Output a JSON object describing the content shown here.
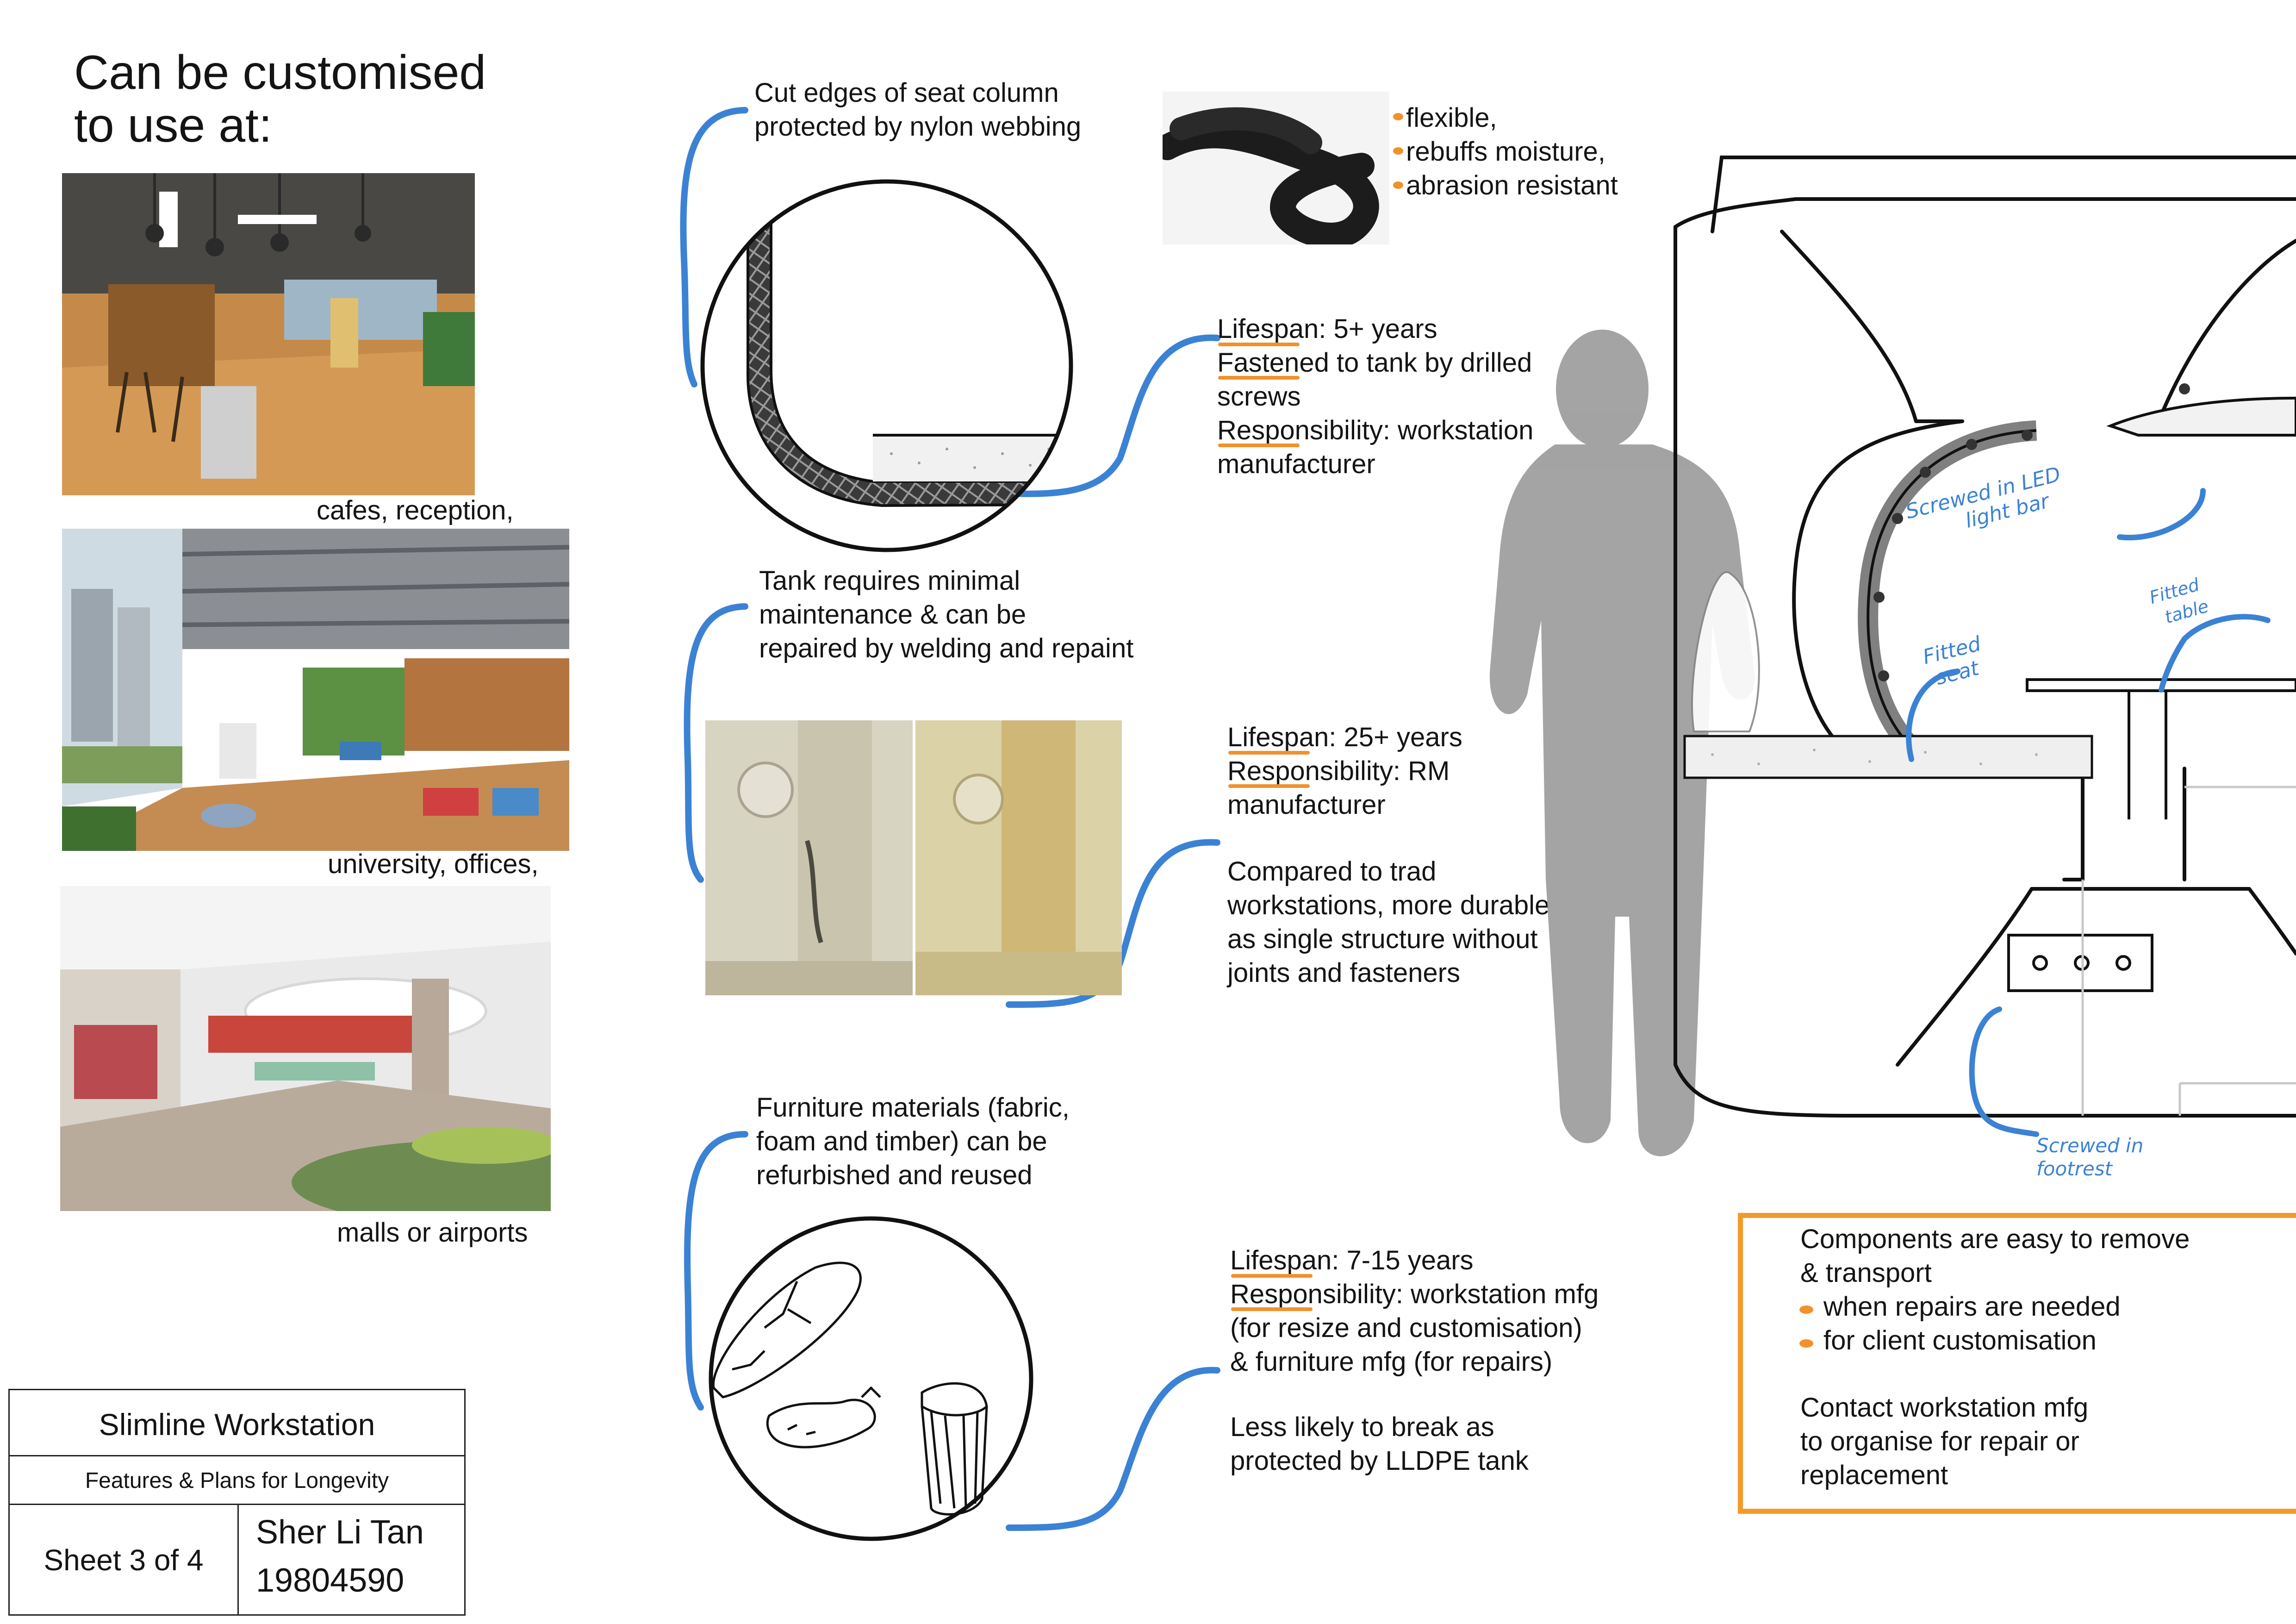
{
  "locations": {
    "heading": [
      "Can be customised",
      "to use at:"
    ],
    "captions": [
      "cafes, reception,",
      "university, offices,",
      "malls or airports"
    ]
  },
  "feature_seat": {
    "title": [
      "Cut edges of seat column",
      "protected by nylon webbing"
    ],
    "properties": [
      "flexible,",
      "rebuffs moisture,",
      "abrasion resistant"
    ],
    "details": [
      "Lifespan: 5+ years",
      "Fastened to tank by drilled",
      "screws",
      "Responsibility: workstation",
      "manufacturer"
    ]
  },
  "feature_tank": {
    "title": [
      "Tank requires minimal",
      "maintenance & can be",
      "repaired by welding and repaint"
    ],
    "details": [
      "Lifespan: 25+ years",
      "Responsibility: RM",
      "manufacturer"
    ],
    "comparison": [
      "Compared to trad",
      "workstations, more durable",
      "as single structure without",
      "joints and fasteners"
    ]
  },
  "feature_furniture": {
    "title": [
      "Furniture materials (fabric,",
      "foam and timber) can be",
      "refurbished and reused"
    ],
    "details": [
      "Lifespan: 7-15 years",
      "Responsibility: workstation mfg",
      "(for resize and customisation)",
      "& furniture mfg (for repairs)"
    ],
    "note": [
      "Less likely to break as",
      "protected  by LLDPE tank"
    ]
  },
  "sketch_labels": {
    "led": [
      "Screwed in LED",
      "light bar"
    ],
    "table": [
      "Fitted",
      "table"
    ],
    "seat": [
      "Fitted",
      "seat"
    ],
    "footrest": [
      "Screwed in",
      "footrest"
    ]
  },
  "components_box": {
    "intro": [
      "Components are easy to remove",
      "& transport"
    ],
    "bullets": [
      "when repairs are needed",
      "for client customisation"
    ],
    "contact": [
      "Contact workstation mfg",
      "to organise for repair or",
      "replacement"
    ]
  },
  "title_block": {
    "project": "Slimline Workstation",
    "subtitle": "Features & Plans for Longevity",
    "sheet": "Sheet 3 of 4",
    "author": "Sher Li Tan",
    "student_id": "19804590"
  },
  "colors": {
    "annotation_blue": "#3b82d4",
    "highlight_orange": "#f0922c",
    "box_orange": "#f39a2a",
    "silhouette_grey": "#9a9a9a"
  }
}
